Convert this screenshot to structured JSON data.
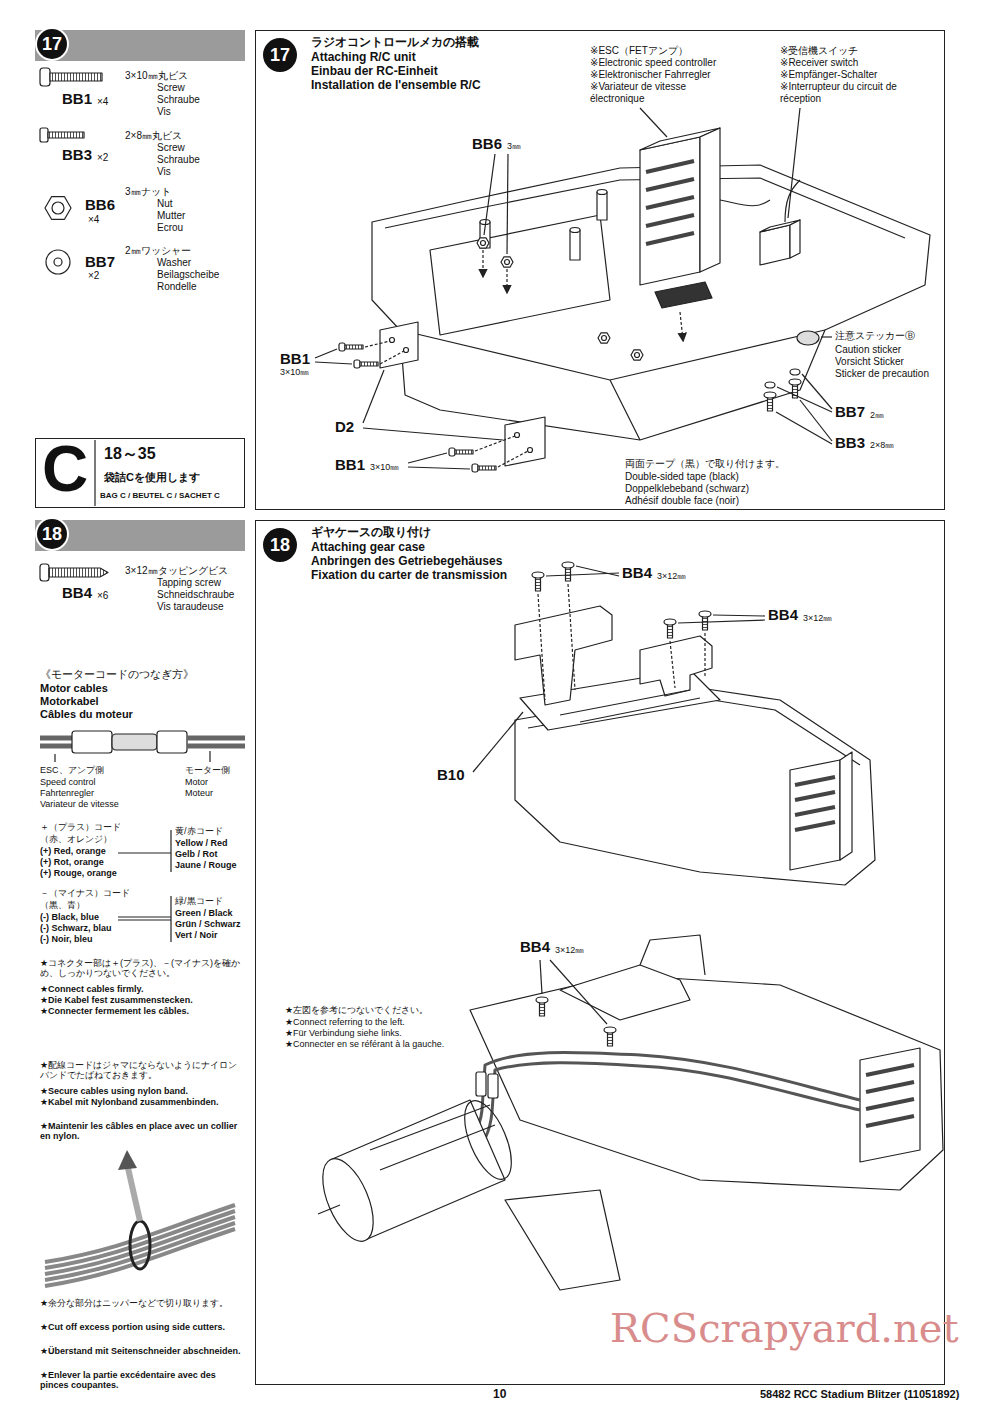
{
  "diagram": {
    "nodes": [
      {
        "text": [
          "17"
        ]
      },
      {
        "text": [
          "17",
          "ラジオコントロールメカの搭載",
          "Attaching R/C unit",
          "Einbau der RC-Einheit",
          "Installation de l'ensemble R/C"
        ]
      },
      {
        "text": [
          "C",
          "18～35",
          "袋詰Cを使用します",
          "BAG C / BEUTEL C / SACHET C"
        ]
      },
      {
        "text": [
          "18"
        ]
      },
      {
        "text": [
          "18",
          "ギヤケースの取り付け",
          "Attaching gear case",
          "Anbringen des Getriebegehäuses",
          "Fixation du carter de transmission"
        ]
      }
    ],
    "labels": [
      "BB1",
      "×4",
      "3×10㎜丸ビス",
      "Screw",
      "Schraube",
      "Vis",
      "BB3",
      "×2",
      "2×8㎜丸ビス",
      "Screw",
      "Schraube",
      "Vis",
      "BB6",
      "×4",
      "3㎜ナット",
      "Nut",
      "Mutter",
      "Ecrou",
      "BB7",
      "×2",
      "2㎜ワッシャー",
      "Washer",
      "Beilagscheibe",
      "Rondelle",
      "※ESC（FETアンプ）",
      "※Electronic speed controller",
      "※Elektronischer Fahrregler",
      "※Variateur de vitesse électronique",
      "※受信機スイッチ",
      "※Receiver switch",
      "※Empfänger-Schalter",
      "※Interrupteur du circuit de réception",
      "BB6",
      "3㎜",
      "BB1",
      "3×10㎜",
      "D2",
      "BB1",
      "3×10㎜",
      "両面テープ（黒）で取り付けます。",
      "Double-sided tape (black)",
      "Doppelklebeband (schwarz)",
      "Adhésif double face (noir)",
      "注意ステッカーⒷ",
      "Caution sticker",
      "Vorsicht Sticker",
      "Sticker de precaution",
      "BB7",
      "2㎜",
      "BB3",
      "2×8㎜",
      "BB4",
      "×6",
      "3×12㎜タッピングビス",
      "Tapping screw",
      "Schneidschraube",
      "Vis taraudeuse",
      "《モーターコードのつなぎ方》",
      "Motor cables",
      "Motorkabel",
      "Câbles du moteur",
      "ESC、アンプ側",
      "Speed control",
      "Fahrtenregler",
      "Variateur de vitesse",
      "モーター側",
      "Motor",
      "Moteur",
      "＋（プラス）コード",
      "（赤、オレンジ）",
      "(+) Red, orange",
      "(+) Rot, orange",
      "(+) Rouge, orange",
      "黄/赤コード",
      "Yellow / Red",
      "Gelb / Rot",
      "Jaune / Rouge",
      "－（マイナス）コード",
      "（黒、青）",
      "(-) Black, blue",
      "(-) Schwarz, blau",
      "(-) Noir, bleu",
      "緑/黒コード",
      "Green / Black",
      "Grün / Schwarz",
      "Vert / Noir",
      "★コネクター部は＋(プラス)、－(マイナス)を確かめ、しっかりつないでください。",
      "★Connect cables firmly.",
      "★Die Kabel fest zusammenstecken.",
      "★Connecter fermement les câbles.",
      "★配線コードはジャマにならないようにナイロンバンドでたばねておきます。",
      "★Secure cables using nylon band.",
      "★Kabel mit Nylonband zusammenbinden.",
      "★Maintenir les câbles en place avec un collier en nylon.",
      "★余分な部分はニッパーなどで切り取ります。",
      "★Cut off excess portion using side cutters.",
      "★Überstand mit Seitenschneider abschneiden.",
      "★Enlever la partie excédentaire avec des pinces coupantes.",
      "BB4",
      "3×12㎜",
      "BB4",
      "3×12㎜",
      "B10",
      "BB4",
      "3×12㎜",
      "★左図を参考につないでください。",
      "★Connect referring to the left.",
      "★Für Verbindung siehe links.",
      "★Connecter en se référant à la gauche.",
      "10",
      "58482 RCC Stadium Blitzer (11051892)",
      "RCScrapyard.net"
    ]
  }
}
